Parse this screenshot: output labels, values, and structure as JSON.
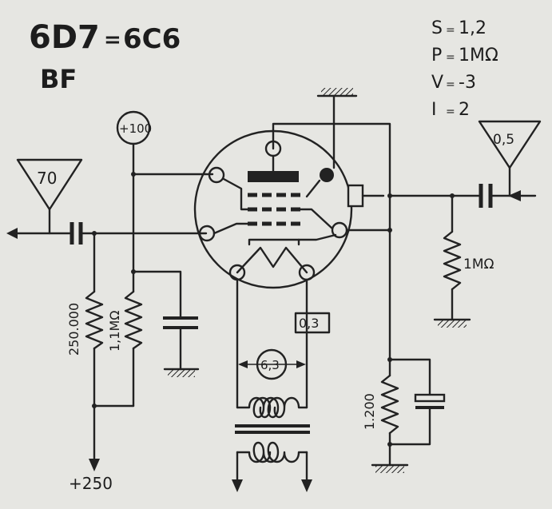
{
  "title": {
    "tube": "6D7",
    "eq": "=",
    "alt": "6C6",
    "sub": "BF"
  },
  "params": [
    {
      "k": "S",
      "v": "1,2"
    },
    {
      "k": "P",
      "v": "1MΩ"
    },
    {
      "k": "V",
      "v": "-3"
    },
    {
      "k": "I",
      "v": "2"
    }
  ],
  "labels": {
    "input_gain": "70",
    "output_gain": "0,5",
    "supply_screen": "+100",
    "supply_main": "+250",
    "r_grid_leak": "250.000",
    "r_screen": "1,1MΩ",
    "r_out": "1MΩ",
    "r_cathode": "1.200",
    "heater_current": "0,3",
    "heater_voltage": "6,3"
  },
  "colors": {
    "paper": "#e6e6e2",
    "ink": "#222222"
  }
}
